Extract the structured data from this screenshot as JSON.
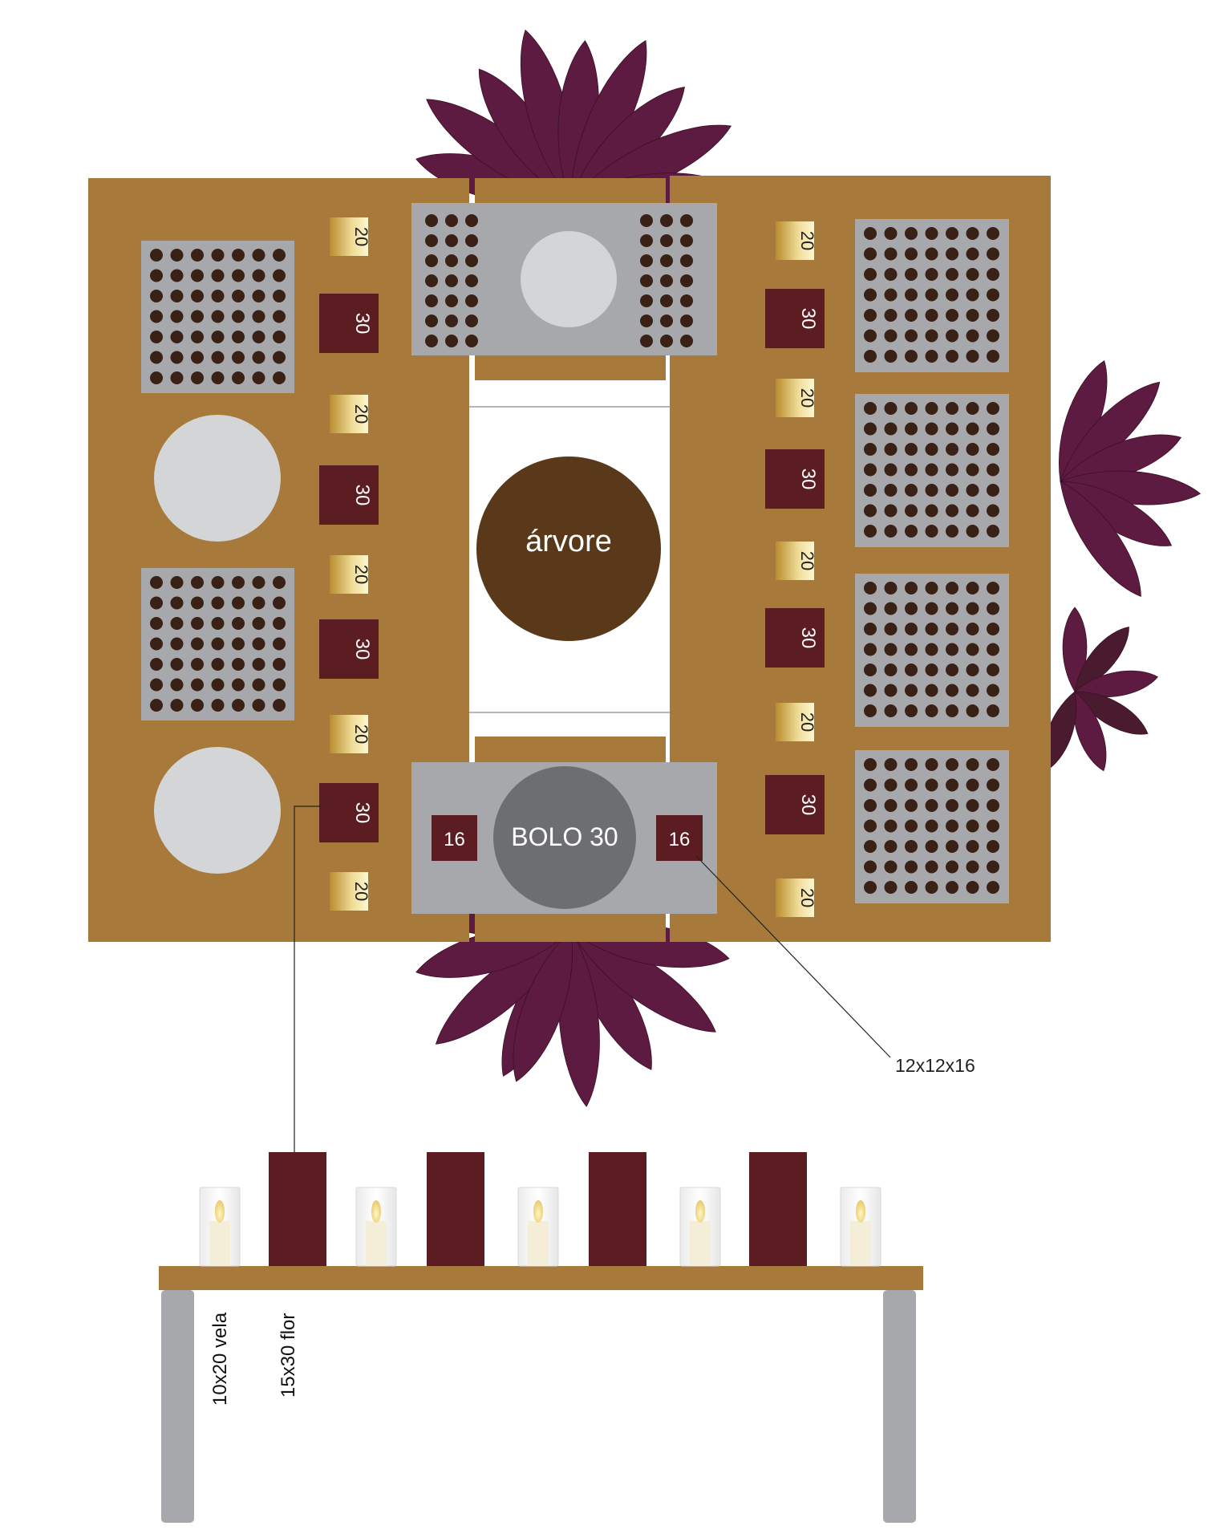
{
  "colors": {
    "table": "#a77a3b",
    "tray": "#a7a8ab",
    "dot": "#3a2116",
    "plate": "#d4d5d7",
    "wine_box": "#5b1d22",
    "gold_start": "#b88c2c",
    "gold_end": "#fff6d0",
    "tree": "#5a391b",
    "cake": "#6d6e71",
    "leaf": "#5e1b42",
    "leaf_dark": "#4a1a2e",
    "leg": "#a7a8ab",
    "candle": "#f4eed8"
  },
  "labels": {
    "gold_box": "20",
    "wine_box": "30",
    "tree": "árvore",
    "cake": "BOLO 30",
    "small_box": "16",
    "callout_box_size": "12x12x16",
    "candle_size": "10x20 vela",
    "flower_size": "15x30 flor"
  },
  "icons": [
    "leaf-cluster-icon",
    "candle-icon"
  ]
}
